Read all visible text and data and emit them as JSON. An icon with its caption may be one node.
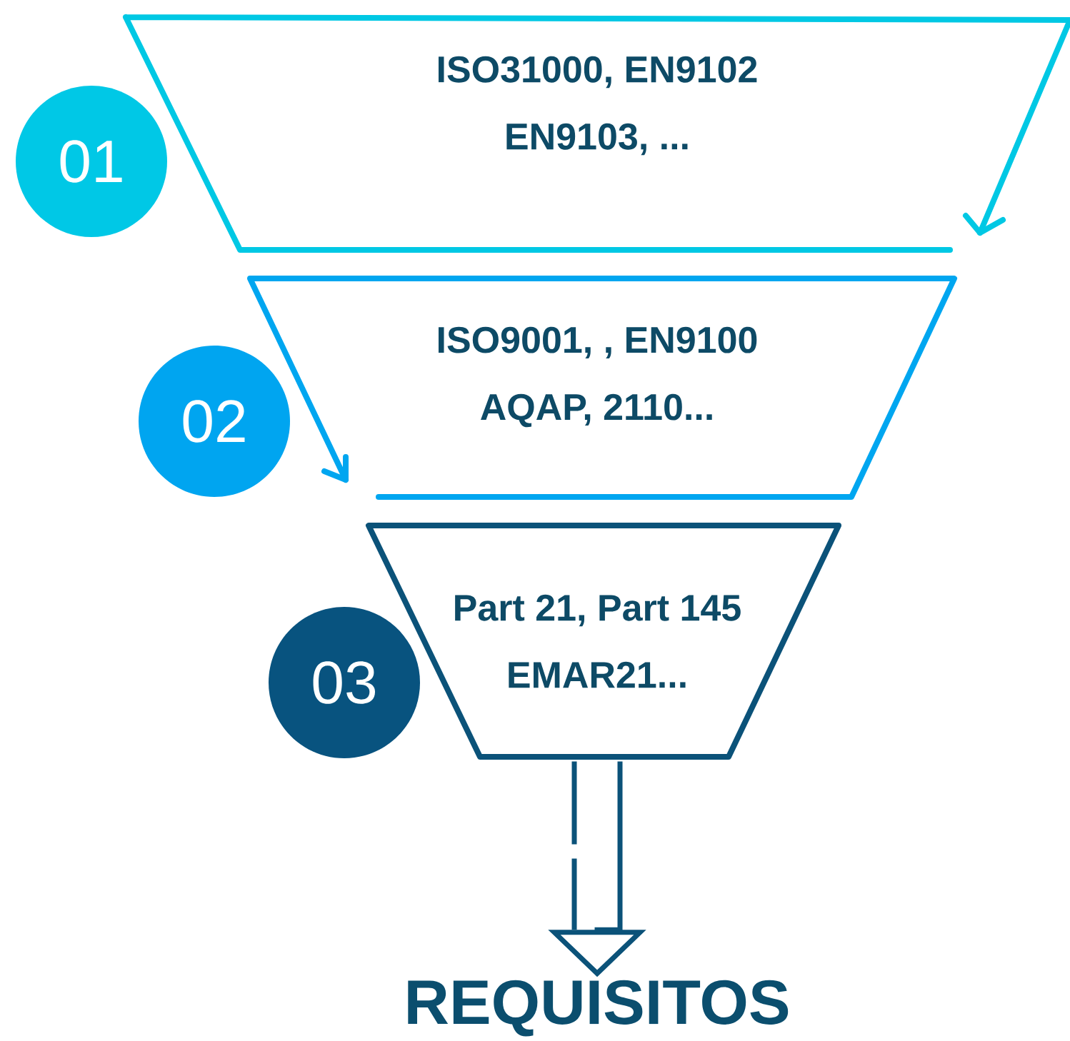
{
  "diagram": {
    "nodes": [
      {
        "text": [
          "ISO31000, EN9102 EN9103, ..."
        ]
      },
      {
        "text": [
          "01"
        ]
      },
      {
        "text": [
          "ISO9001, , EN9100 AQAP, 2110..."
        ]
      },
      {
        "text": [
          "02"
        ]
      },
      {
        "text": [
          "Part 21, Part 145 EMAR21..."
        ]
      },
      {
        "text": [
          "03"
        ]
      },
      {
        "text": [
          "REQUISITOS"
        ]
      }
    ],
    "edges": [
      {
        "from": 4,
        "to": 6,
        "arrow": "to"
      }
    ]
  }
}
